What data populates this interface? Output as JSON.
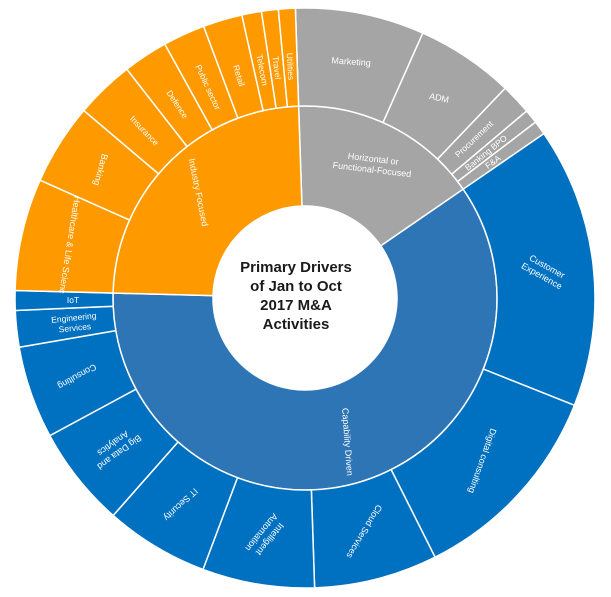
{
  "chart_data": {
    "type": "sunburst",
    "title_lines": [
      "Primary Drivers",
      "of Jan to Oct",
      "2017 M&A",
      "Activities"
    ],
    "colors": {
      "Horizontal or Functional-Focused": "#a5a5a5",
      "Capability Driven": "#2e75b6",
      "Industry Focused": "#ff9900",
      "Capability Driven outer": "#0070c0",
      "separator": "#ffffff"
    },
    "groups": [
      {
        "name": "Horizontal or Functional-Focused",
        "label_lines": [
          "Horizontal or",
          "Functional-Focused"
        ],
        "children": [
          {
            "name": "Marketing",
            "value": 46
          },
          {
            "name": "ADM",
            "value": 35
          },
          {
            "name": "Procurement",
            "value": 11
          },
          {
            "name": "Banking BPO",
            "value": 5
          },
          {
            "name": "F&A",
            "value": 5
          }
        ]
      },
      {
        "name": "Capability Driven",
        "label_lines": [
          "Capability Driven"
        ],
        "children": [
          {
            "name": "Customer Experience",
            "label_lines": [
              "Customer",
              "Experience"
            ],
            "value": 100
          },
          {
            "name": "Digital consulting",
            "value": 74
          },
          {
            "name": "Cloud Services",
            "value": 44
          },
          {
            "name": "Intelligent Automation",
            "label_lines": [
              "Intelligent",
              "Automation"
            ],
            "value": 40
          },
          {
            "name": "IT Security",
            "value": 37
          },
          {
            "name": "Big Data and Analytics",
            "label_lines": [
              "Big Data and",
              "Analytics"
            ],
            "value": 36
          },
          {
            "name": "Consulting",
            "value": 33
          },
          {
            "name": "Engineering Services",
            "label_lines": [
              "Engineering",
              "Services"
            ],
            "value": 13
          },
          {
            "name": "IoT",
            "value": 7
          }
        ]
      },
      {
        "name": "Industry Focused",
        "label_lines": [
          "Industry Focused"
        ],
        "children": [
          {
            "name": "Healthcare & Life Sciences",
            "display": "Healthcare & Life Scienc",
            "value": 40
          },
          {
            "name": "Banking",
            "value": 29
          },
          {
            "name": "Insurance",
            "value": 21
          },
          {
            "name": "Defence",
            "value": 16
          },
          {
            "name": "Public sector",
            "value": 15
          },
          {
            "name": "Retail",
            "value": 14
          },
          {
            "name": "Telecom",
            "value": 7
          },
          {
            "name": "Travel",
            "value": 6
          },
          {
            "name": "Utilities",
            "value": 6
          }
        ]
      }
    ]
  }
}
